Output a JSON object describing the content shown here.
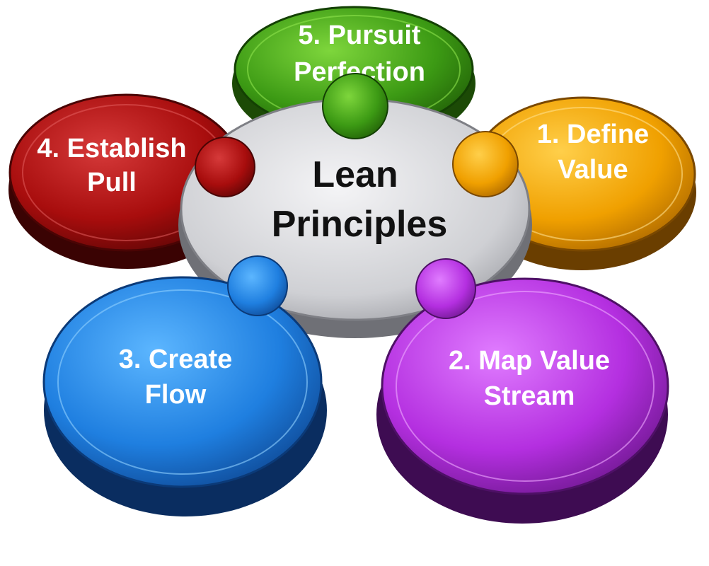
{
  "center": {
    "line1": "Lean",
    "line2": "Principles",
    "color": "#cfd0d4"
  },
  "principles": [
    {
      "line1": "1. Define",
      "line2": "Value",
      "color": "#f0a000"
    },
    {
      "line1": "2. Map Value",
      "line2": "Stream",
      "color": "#b42fe0"
    },
    {
      "line1": "3. Create",
      "line2": "Flow",
      "color": "#1f7fe0"
    },
    {
      "line1": "4. Establish",
      "line2": "Pull",
      "color": "#a80d0d"
    },
    {
      "line1": "5. Pursuit",
      "line2": "Perfection",
      "color": "#3c9a14"
    }
  ]
}
